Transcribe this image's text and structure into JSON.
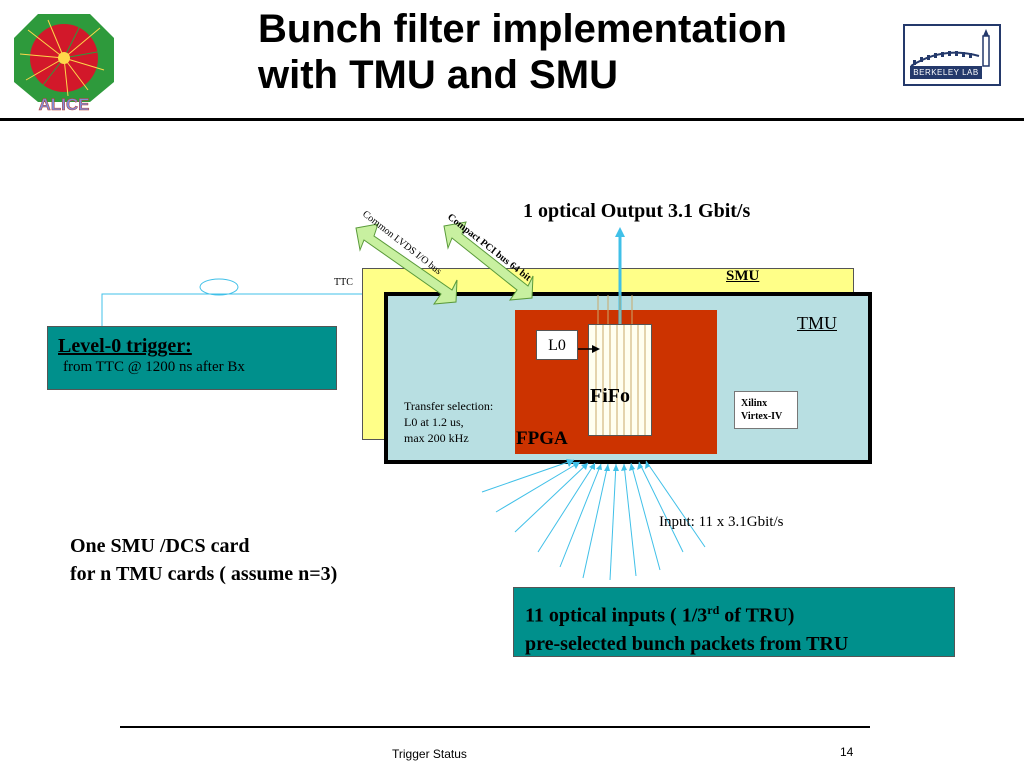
{
  "header": {
    "title_line1": "Bunch filter implementation",
    "title_line2": "with TMU and SMU",
    "logo_left_text": "ALICE",
    "logo_right_text": "BERKELEY LAB"
  },
  "diagram": {
    "output_label": "1 optical Output 3.1 Gbit/s",
    "bus_label_1": "Common LVDS  I/O bus",
    "bus_label_2": "Compact PCI bus 64 bit",
    "ttc_label": "TTC",
    "smu_label": "SMU",
    "tmu_label": "TMU",
    "l0_label": "L0",
    "fifo_label": "FiFo",
    "fpga_label": "FPGA",
    "xilinx_line1": "Xilinx",
    "xilinx_line2": "Virtex-IV",
    "transfer_line1": "Transfer selection:",
    "transfer_line2": "L0 at 1.2 us,",
    "transfer_line3": "max 200 kHz",
    "input_label": "Input: 11 x 3.1Gbit/s"
  },
  "trigger": {
    "title": "Level-0 trigger:",
    "subtitle": "from TTC  @ 1200 ns after Bx"
  },
  "notes": {
    "smu_line1": "One SMU /DCS card",
    "smu_line2": "for n  TMU cards ( assume n=3)"
  },
  "optical_inputs": {
    "line1_pre": "11 optical inputs ( 1/3",
    "line1_sup": "rd",
    "line1_post": " of TRU)",
    "line2": "pre-selected bunch packets from TRU"
  },
  "footer": {
    "text": "Trigger Status",
    "page": "14"
  },
  "colors": {
    "smu_fill": "#ffff88",
    "tmu_fill": "#b8dfe2",
    "fpga_fill": "#cc3300",
    "teal_box": "#00908c",
    "arrow_blue": "#40c0e8",
    "bus_green": "#c8f0a0"
  }
}
